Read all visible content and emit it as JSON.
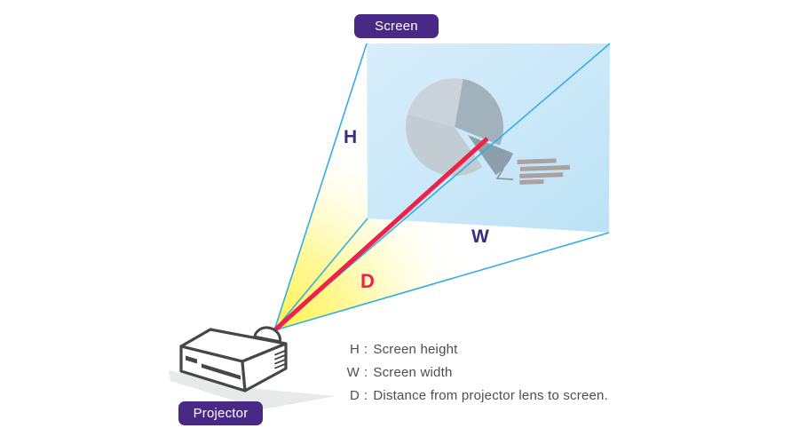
{
  "badges": {
    "screen": "Screen",
    "projector": "Projector"
  },
  "dimension_labels": {
    "height": "H",
    "width": "W",
    "distance": "D"
  },
  "legend": {
    "rows": [
      {
        "key": "H",
        "colon": ":",
        "text": "Screen height"
      },
      {
        "key": "W",
        "colon": ":",
        "text": "Screen width"
      },
      {
        "key": "D",
        "colon": ":",
        "text": "Distance from projector lens to screen."
      }
    ]
  },
  "colors": {
    "badge_purple": "#482a86",
    "label_purple": "#3a2d7d",
    "beam_cyan": "#35aee3",
    "distance_red": "#ed2149",
    "screen_blue_top": "#d9eefb",
    "screen_blue_bottom": "#bce2f6",
    "beam_glow_yellow": "#fff13e",
    "legend_text": "#4d4e50",
    "projector_outline": "#474747",
    "shadow_gray": "#e8e9ea"
  }
}
